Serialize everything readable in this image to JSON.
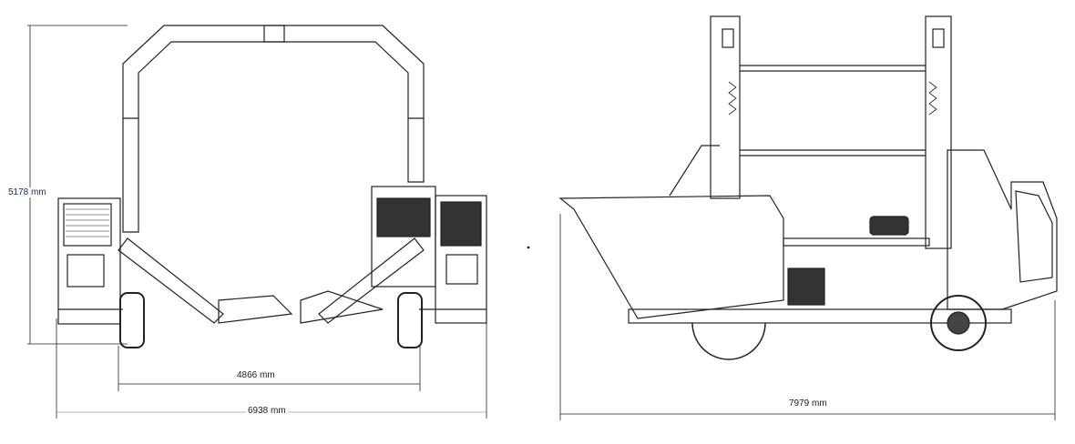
{
  "front_view": {
    "height_label": "5178 mm",
    "track_width_label": "4866 mm",
    "overall_width_label": "6938 mm"
  },
  "side_view": {
    "length_label": "7979 mm"
  },
  "colors": {
    "line": "#222222",
    "dimension_text": "#1a2a4a"
  }
}
